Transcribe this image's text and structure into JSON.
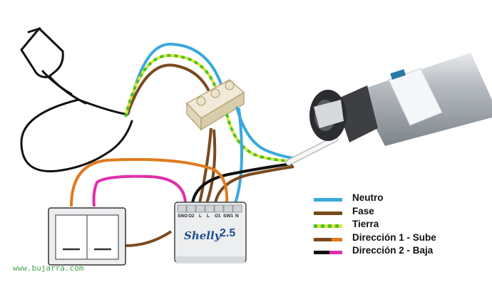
{
  "legend": [
    {
      "label": "Neutro",
      "color": "#3aa9dc",
      "style": "solid"
    },
    {
      "label": "Fase",
      "color": "#7a4a1e",
      "style": "solid"
    },
    {
      "label": "Tierra",
      "color": "#7bd23a",
      "style": "dashed-green"
    },
    {
      "label": "Dirección 1 - Sube",
      "color": "#7a4a1e",
      "accent": "#e07a1e",
      "style": "split"
    },
    {
      "label": "Dirección 2 - Baja",
      "color": "#111111",
      "accent": "#e02fa8",
      "style": "split"
    }
  ],
  "device": {
    "brand": "Shelly",
    "model": "2.5",
    "terminals": [
      "SW2",
      "O2",
      "L",
      "L",
      "O1",
      "SW1",
      "N"
    ]
  },
  "watermark": "www.bujarra.com",
  "components": {
    "plug": "plug-icon",
    "wall_switch": "double-switch-icon",
    "connector_block": "terminal-block-icon",
    "motor": "tubular-motor-icon"
  }
}
